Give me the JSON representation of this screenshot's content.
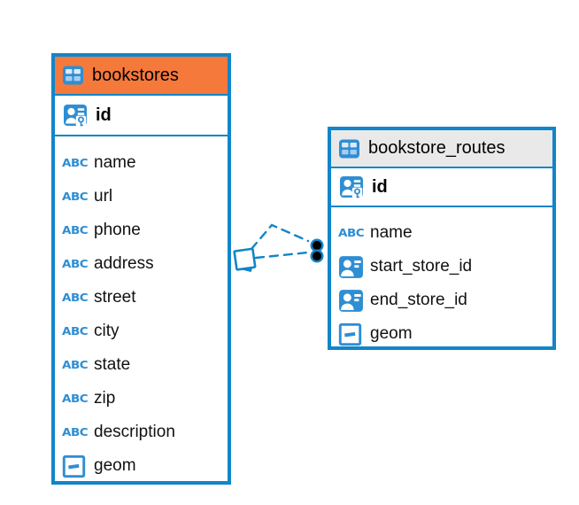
{
  "icons": {
    "text_type_glyph": "ABC"
  },
  "colors": {
    "accent_blue": "#1185c9",
    "icon_blue": "#2e8ed3",
    "bookstores_header_bg": "#f5793b",
    "routes_header_bg": "#e9e9e9",
    "connector_dot": "#000000"
  },
  "diagram": {
    "tables": [
      {
        "name": "bookstores",
        "header_bg": "#f5793b",
        "primary_key": {
          "label": "id"
        },
        "fields": [
          {
            "label": "name",
            "type": "text"
          },
          {
            "label": "url",
            "type": "text"
          },
          {
            "label": "phone",
            "type": "text"
          },
          {
            "label": "address",
            "type": "text"
          },
          {
            "label": "street",
            "type": "text"
          },
          {
            "label": "city",
            "type": "text"
          },
          {
            "label": "state",
            "type": "text"
          },
          {
            "label": "zip",
            "type": "text"
          },
          {
            "label": "description",
            "type": "text"
          },
          {
            "label": "geom",
            "type": "geometry"
          }
        ]
      },
      {
        "name": "bookstore_routes",
        "header_bg": "#e9e9e9",
        "primary_key": {
          "label": "id"
        },
        "fields": [
          {
            "label": "name",
            "type": "text"
          },
          {
            "label": "start_store_id",
            "type": "foreign_key"
          },
          {
            "label": "end_store_id",
            "type": "foreign_key"
          },
          {
            "label": "geom",
            "type": "geometry"
          }
        ]
      }
    ],
    "relationships": [
      {
        "from_field": "id",
        "to_field": "start_store_id",
        "style": "dashed"
      },
      {
        "from_field": "id",
        "to_field": "end_store_id",
        "style": "dashed"
      }
    ]
  }
}
